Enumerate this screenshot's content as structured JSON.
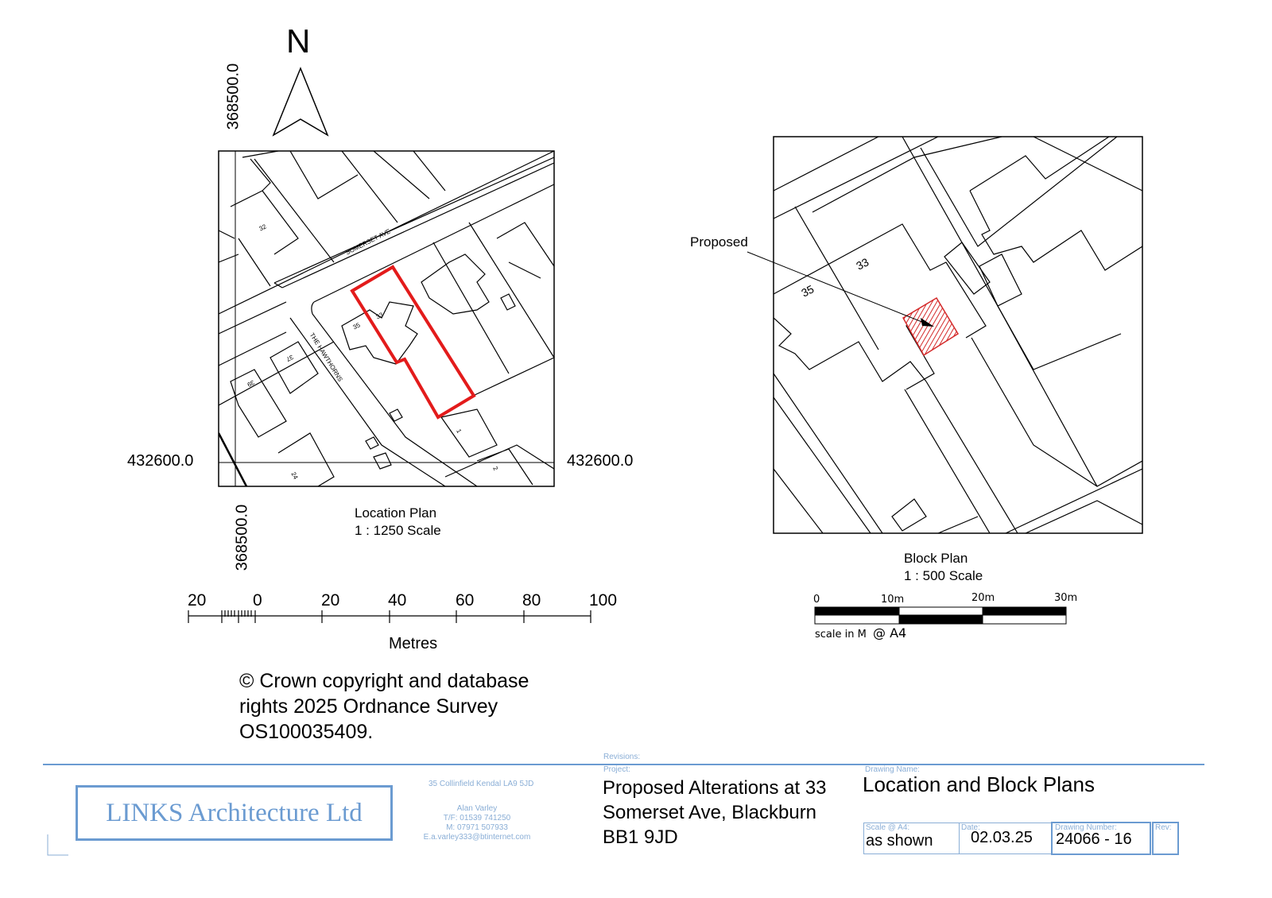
{
  "north_label": "N",
  "location_plan": {
    "title": "Location Plan",
    "scale": "1 : 1250 Scale",
    "easting_top": "368500.0",
    "easting_bottom": "368500.0",
    "northing_left": "432600.0",
    "northing_right": "432600.0",
    "road_labels": [
      "SOMERSET AVE",
      "THE HAWTHORNS"
    ],
    "house_numbers": [
      "32",
      "35",
      "33",
      "37",
      "39",
      "1",
      "24",
      "2"
    ],
    "site_color": "#e31b1b"
  },
  "metres_scale": {
    "ticks": [
      "20",
      "0",
      "20",
      "40",
      "60",
      "80",
      "100"
    ],
    "unit": "Metres"
  },
  "block_plan": {
    "title": "Block Plan",
    "scale": "1 : 500 Scale",
    "proposed_label": "Proposed",
    "house_numbers": [
      "33",
      "35"
    ],
    "scale_ticks": [
      "0",
      "10m",
      "20m",
      "30m"
    ],
    "scale_note": "scale in M",
    "scale_paper": "@ A4",
    "hatch_color": "#d42a2a"
  },
  "copyright": [
    "© Crown copyright and database",
    "rights 2025 Ordnance Survey",
    "OS100035409."
  ],
  "title_block": {
    "company": "LINKS Architecture Ltd",
    "address": "35 Collinfield Kendal LA9 5JD",
    "contact": [
      "Alan Varley",
      "T/F: 01539 741250",
      "M: 07971 507933",
      "E.a.varley333@btinternet.com"
    ],
    "revisions_label": "Revisions:",
    "project_label": "Project:",
    "project": [
      "Proposed Alterations at 33",
      "Somerset Ave, Blackburn",
      "BB1 9JD"
    ],
    "drawing_name_label": "Drawing Name:",
    "drawing_name": "Location and Block Plans",
    "scale_label": "Scale @ A4:",
    "scale_value": "as shown",
    "date_label": "Date:",
    "date_value": "02.03.25",
    "drawing_number_label": "Drawing Number:",
    "drawing_number": "24066 - 16",
    "rev_label": "Rev:",
    "accent_color": "#6b9bd1"
  }
}
